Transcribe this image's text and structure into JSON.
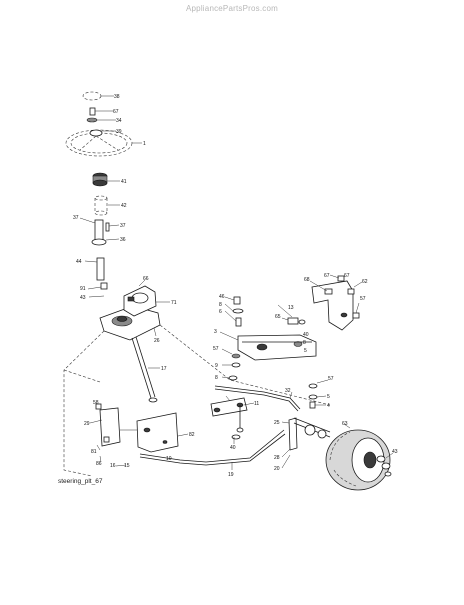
{
  "watermark": "AppliancePartsPros.com",
  "caption": "steering_plt_67",
  "callouts": {
    "c38": "38",
    "c67a": "67",
    "c34": "34",
    "c39": "39",
    "c1": "1",
    "c41": "41",
    "c42": "42",
    "c37a": "37",
    "c37b": "37",
    "c36": "36",
    "c44": "44",
    "c91": "91",
    "c43a": "43",
    "c66": "66",
    "c71": "71",
    "c26": "26",
    "c17": "17",
    "c46": "46",
    "c8a": "8",
    "c6": "6",
    "c3": "3",
    "c57a": "57",
    "c9": "9",
    "c8b": "8",
    "c57b": "57",
    "c68": "68",
    "c67b": "67",
    "c67c": "67",
    "c13": "13",
    "c62": "62",
    "c65": "65",
    "c40a": "40",
    "c8c": "8",
    "c5": "5",
    "c32": "32",
    "c57c": "57",
    "c5b": "5",
    "c4": "4",
    "c63": "63",
    "c25": "25",
    "c28": "28",
    "c20": "20",
    "c11": "11",
    "c40b": "40",
    "c43b": "43",
    "c58": "58",
    "c29": "29",
    "c81": "81",
    "c86": "86",
    "c82": "82",
    "c10": "10",
    "c15": "15",
    "c16": "16",
    "c19": "19"
  }
}
